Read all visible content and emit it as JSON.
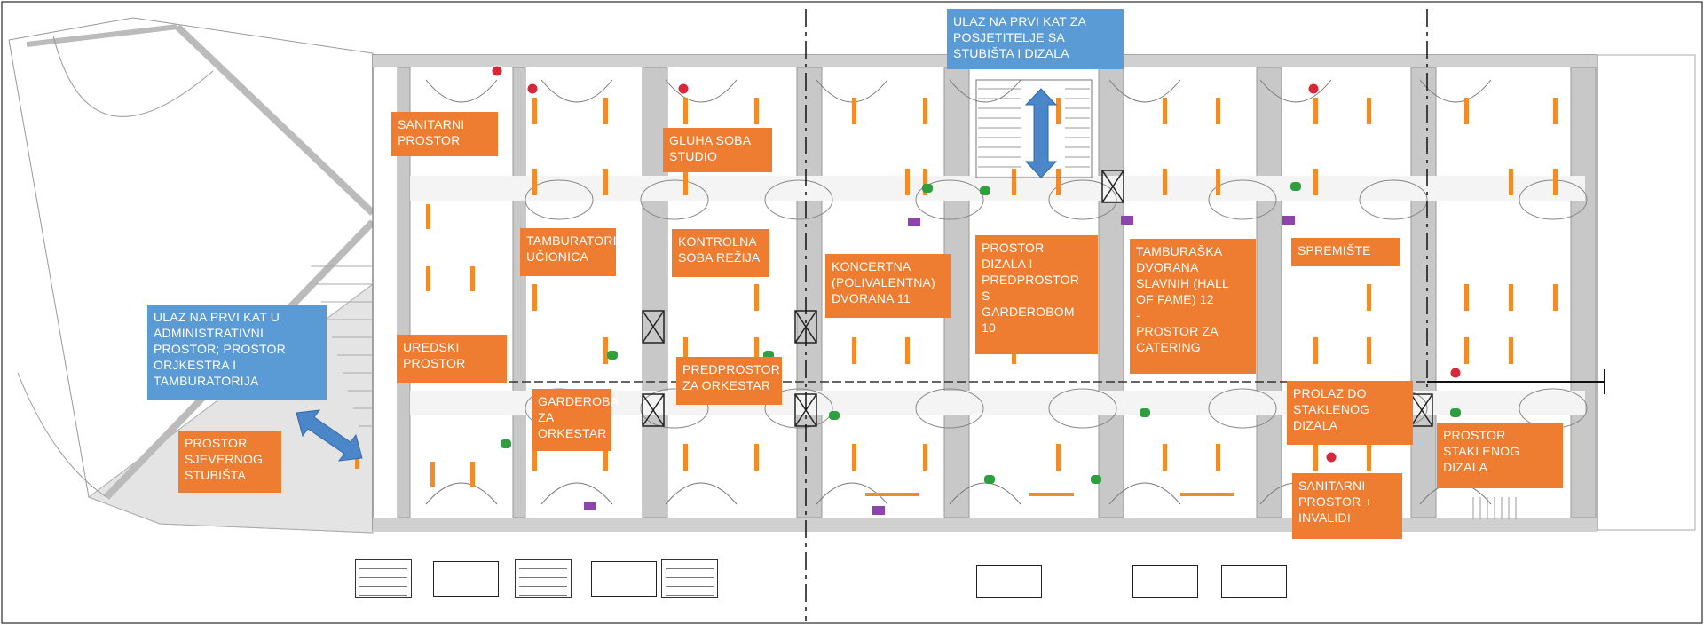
{
  "labels": {
    "sanitarni_prostor_1": "SANITARNI\nPROSTOR",
    "uredski_prostor": "UREDSKI\nPROSTOR",
    "prostor_sjevernog_stubista": "PROSTOR\nSJEVERNOG\nSTUBIŠTA",
    "ulaz_administrativni": "ULAZ NA PRVI KAT U\nADMINISTRATIVNI\nPROSTOR; PROSTOR\nORJKESTRA I\nTAMBURATORIJA",
    "tamburatorij_ucionica": "TAMBURATORIJ\nUČIONICA",
    "garderoba_za_orkestar": "GARDEROBA\nZA\nORKESTAR",
    "gluha_soba_studio": "GLUHA SOBA\nSTUDIO",
    "kontrolna_soba_rezija": "KONTROLNA\nSOBA REŽIJA",
    "predprostor_za_orkestar": "PREDPROSTOR\nZA ORKESTAR",
    "koncertna_dvorana": "KONCERTNA\n(POLIVALENTNA)\nDVORANA 11",
    "ulaz_posjetitelji": "ULAZ NA PRVI KAT ZA\nPOSJETITELJE SA\nSTUBIŠTA I DIZALA",
    "prostor_dizala": "PROSTOR\nDIZALA I\nPREDPROSTOR\nS\nGARDEROBOM\n10",
    "tamburaska_dvorana": "TAMBURAŠKA\nDVORANA\nSLAVNIH (HALL\nOF FAME)  12\n-\nPROSTOR ZA\nCATERING",
    "spremiste": "SPREMIŠTE",
    "prolaz_do_staklenog_dizala": "PROLAZ DO\nSTAKLENOG\nDIZALA",
    "prostor_staklenog_dizala": "PROSTOR\nSTAKLENOG\nDIZALA",
    "sanitarni_prostor_invalidi": "SANITARNI\nPROSTOR  +\nINVALIDI"
  },
  "colors": {
    "label_orange": "#ef7d31",
    "label_blue": "#5b9bd5",
    "arrow_blue": "#4a86c8",
    "wall_gray": "#c8c8c8",
    "fixture_orange": "#f28c28",
    "marker_purple": "#8e44ad",
    "marker_green": "#2e9e3e",
    "marker_red": "#d6283a"
  }
}
